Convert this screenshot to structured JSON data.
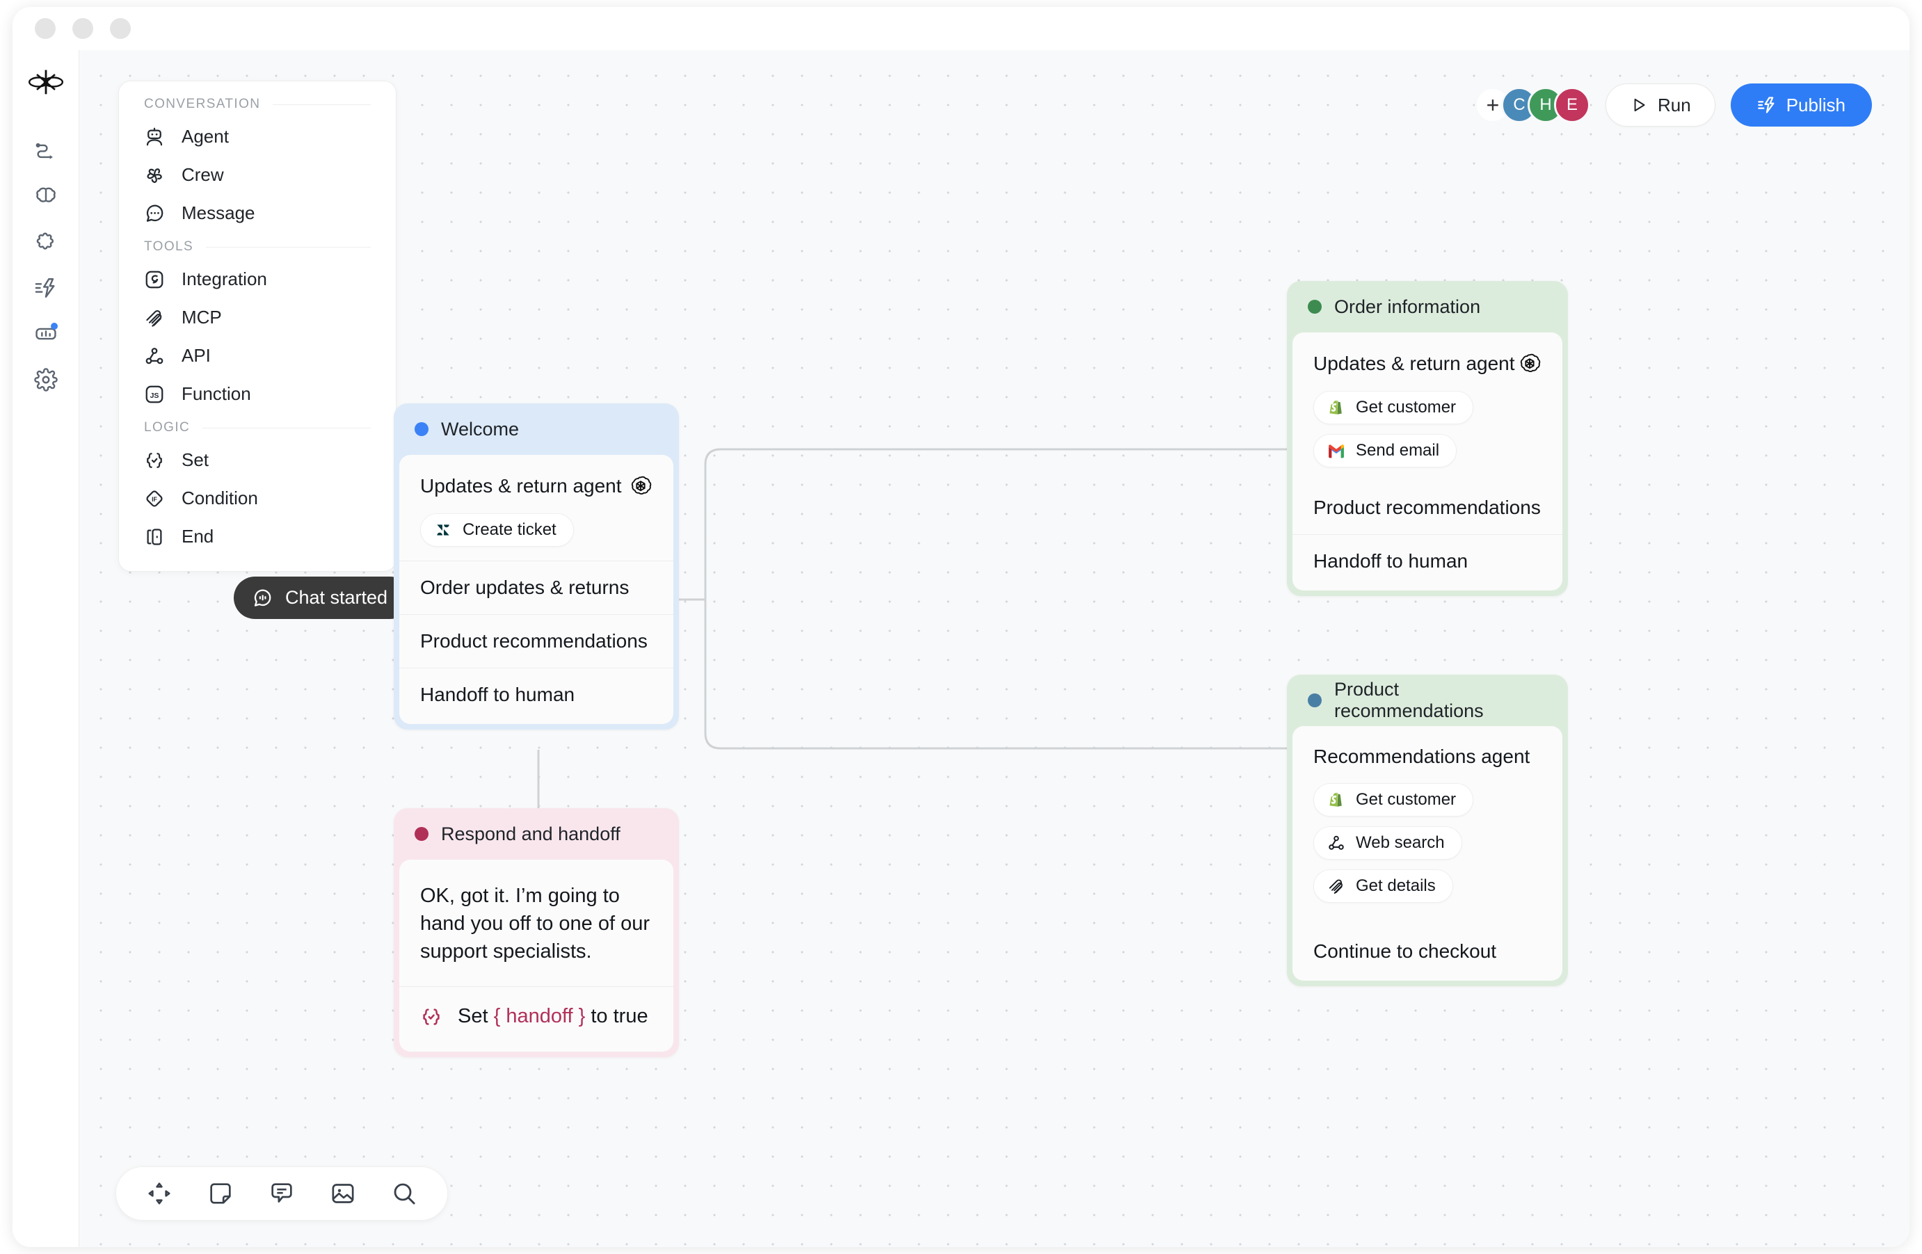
{
  "window": {
    "traffic_lights": [
      "close",
      "minimize",
      "maximize"
    ]
  },
  "rail": {
    "logo": "butterfly-logo-icon",
    "items": [
      {
        "icon": "flow-route-icon",
        "name": "flows"
      },
      {
        "icon": "brain-icon",
        "name": "knowledge"
      },
      {
        "icon": "puzzle-icon",
        "name": "integrations"
      },
      {
        "icon": "lightning-lines-icon",
        "name": "actions"
      },
      {
        "icon": "analytics-icon",
        "name": "analytics",
        "badge": true
      },
      {
        "icon": "gear-icon",
        "name": "settings"
      }
    ]
  },
  "palette": {
    "sections": [
      {
        "label": "CONVERSATION",
        "items": [
          {
            "label": "Agent",
            "icon": "robot-icon"
          },
          {
            "label": "Crew",
            "icon": "crew-pinwheel-icon"
          },
          {
            "label": "Message",
            "icon": "message-bubble-icon"
          }
        ]
      },
      {
        "label": "TOOLS",
        "items": [
          {
            "label": "Integration",
            "icon": "integration-spiral-icon"
          },
          {
            "label": "MCP",
            "icon": "mcp-icon"
          },
          {
            "label": "API",
            "icon": "api-node-icon"
          },
          {
            "label": "Function",
            "icon": "js-function-icon"
          }
        ]
      },
      {
        "label": "LOGIC",
        "items": [
          {
            "label": "Set",
            "icon": "set-braces-check-icon"
          },
          {
            "label": "Condition",
            "icon": "condition-if-icon"
          },
          {
            "label": "End",
            "icon": "end-icon"
          }
        ]
      }
    ]
  },
  "toolbar": {
    "add_label": "+",
    "avatars": [
      {
        "initial": "C",
        "color": "#4a8ab8"
      },
      {
        "initial": "H",
        "color": "#3f9a5a"
      },
      {
        "initial": "E",
        "color": "#c2355c"
      }
    ],
    "run_label": "Run",
    "publish_label": "Publish",
    "accent_color": "#2f7df6"
  },
  "canvas": {
    "start_pill": {
      "label": "Chat started",
      "icon": "chat-bubble-icon"
    },
    "nodes": [
      {
        "id": "welcome",
        "title": "Welcome",
        "dot_color": "#3b82f6",
        "header_bg": "#dce9f8",
        "agent_title": "Updates & return agent",
        "agent_icon": "openai-icon",
        "tools": [
          {
            "label": "Create ticket",
            "icon": "zendesk-icon"
          }
        ],
        "rows": [
          "Order updates & returns",
          "Product recommendations",
          "Handoff to human"
        ]
      },
      {
        "id": "order-information",
        "title": "Order information",
        "dot_color": "#3d8b50",
        "header_bg": "#dcecdc",
        "agent_title": "Updates & return agent",
        "agent_icon": "openai-icon",
        "tools": [
          {
            "label": "Get customer",
            "icon": "shopify-icon"
          },
          {
            "label": "Send email",
            "icon": "gmail-icon"
          }
        ],
        "rows": [
          "Product recommendations",
          "Handoff to human"
        ]
      },
      {
        "id": "product-recommendations",
        "title": "Product recommendations",
        "dot_color": "#4a7fa5",
        "header_bg": "#dcecdc",
        "agent_title": "Recommendations agent",
        "agent_icon": "",
        "tools": [
          {
            "label": "Get customer",
            "icon": "shopify-icon"
          },
          {
            "label": "Web search",
            "icon": "api-node-icon"
          },
          {
            "label": "Get details",
            "icon": "mcp-icon"
          }
        ],
        "rows": [
          "Continue to checkout"
        ]
      },
      {
        "id": "respond-and-handoff",
        "title": "Respond and handoff",
        "dot_color": "#b03058",
        "header_bg": "#f9e6ed",
        "message": "OK, got it. I’m going to hand you off to one of our support specialists.",
        "set_action": {
          "icon": "set-braces-check-icon",
          "prefix": "Set",
          "variable": "{ handoff }",
          "suffix": "to true",
          "variable_color": "#b03058"
        }
      }
    ]
  },
  "bottom_bar": {
    "items": [
      {
        "icon": "move-arrows-icon",
        "name": "pan-tool"
      },
      {
        "icon": "sticky-note-icon",
        "name": "note-tool"
      },
      {
        "icon": "comment-icon",
        "name": "comment-tool"
      },
      {
        "icon": "image-icon",
        "name": "image-tool"
      },
      {
        "icon": "search-icon",
        "name": "search-tool"
      }
    ]
  }
}
